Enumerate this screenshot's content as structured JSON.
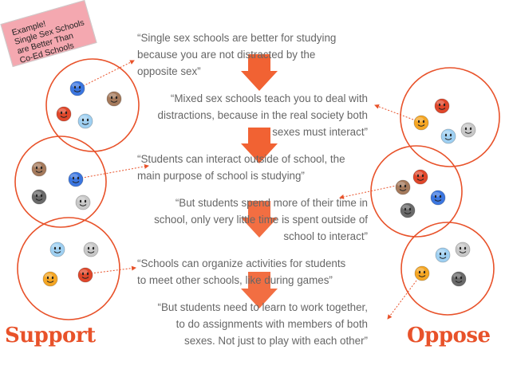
{
  "example_note": {
    "lines": [
      "Example!",
      "Single Sex Schools",
      "are Better Than",
      "Co-Ed Schools"
    ]
  },
  "labels": {
    "support": "Support",
    "oppose": "Oppose"
  },
  "quotes": [
    {
      "lines": [
        "“Single sex schools are better for studying",
        "because you are not distracted by the",
        "opposite sex”"
      ]
    },
    {
      "lines": [
        "“Mixed sex schools teach you to deal with",
        "distractions, because in the real society both",
        "sexes must interact”"
      ]
    },
    {
      "lines": [
        "“Students can interact outside of school, the",
        "main purpose of school is studying”"
      ]
    },
    {
      "lines": [
        "“But students spend more of their time in",
        "school, only very little time is spent outside of",
        "school to interact”"
      ]
    },
    {
      "lines": [
        "“Schools can organize activities for students",
        "to meet other schools, like during games”"
      ]
    },
    {
      "lines": [
        "“But students need to learn to work together,",
        "to do assignments with members of both",
        "sexes. Not just to play with each other”"
      ]
    }
  ],
  "colors": {
    "accent": "#e8522a",
    "text": "#666666",
    "faces": {
      "blue": "#3b76e0",
      "light-blue": "#9fd0f2",
      "red": "#e0472b",
      "orange": "#f5a623",
      "brown": "#a57a5c",
      "gray": "#6a6a6a",
      "light-gray": "#c8c8c8"
    }
  }
}
